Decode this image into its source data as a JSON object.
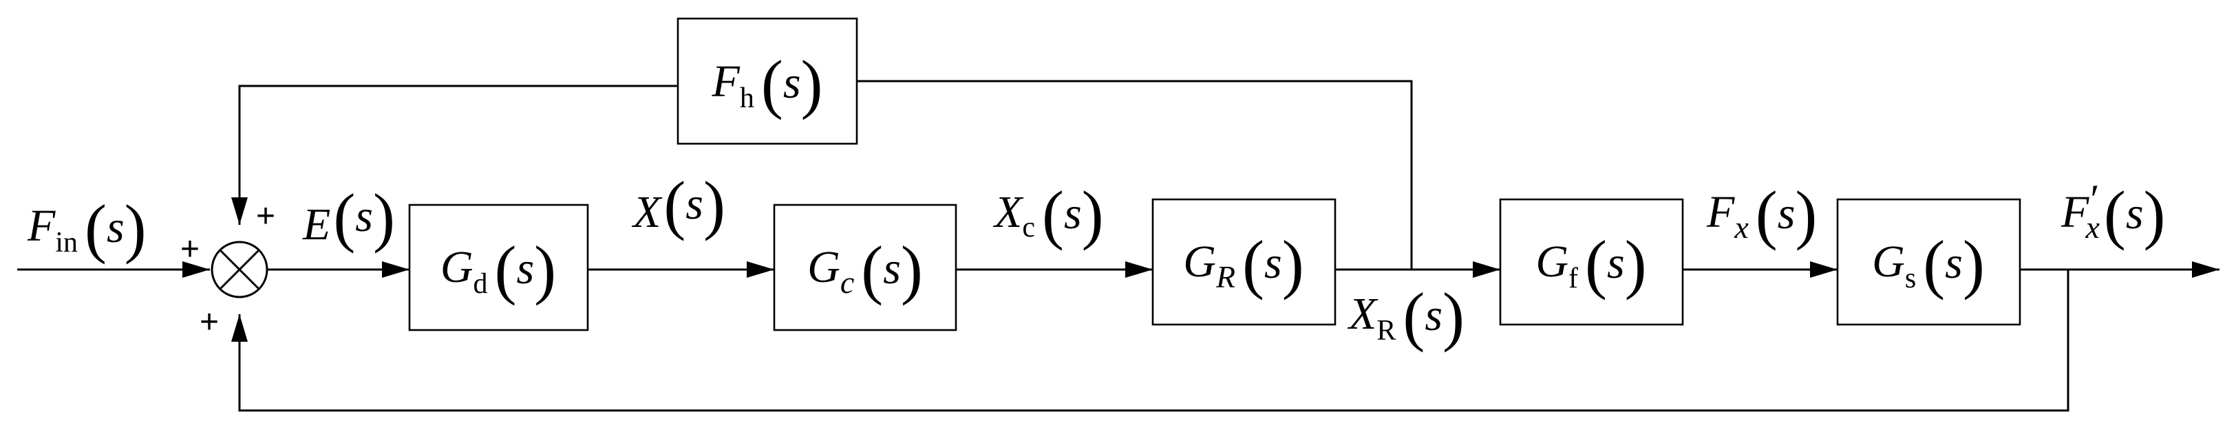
{
  "blocks": {
    "fh": {
      "sym": "F",
      "sub": "h",
      "subItalic": false,
      "arg": "s"
    },
    "gd": {
      "sym": "G",
      "sub": "d",
      "subItalic": false,
      "arg": "s"
    },
    "gc": {
      "sym": "G",
      "sub": "c",
      "subItalic": true,
      "arg": "s"
    },
    "gr": {
      "sym": "G",
      "sub": "R",
      "subItalic": true,
      "arg": "s"
    },
    "gf": {
      "sym": "G",
      "sub": "f",
      "subItalic": false,
      "arg": "s"
    },
    "gs": {
      "sym": "G",
      "sub": "s",
      "subItalic": false,
      "arg": "s"
    }
  },
  "signals": {
    "fin": {
      "sym": "F",
      "sub": "in",
      "subItalic": false,
      "arg": "s"
    },
    "e": {
      "sym": "E",
      "arg": "s"
    },
    "x": {
      "sym": "X",
      "arg": "s"
    },
    "xc": {
      "sym": "X",
      "sub": "c",
      "subItalic": false,
      "arg": "s"
    },
    "xr": {
      "sym": "X",
      "sub": "R",
      "subItalic": false,
      "arg": "s"
    },
    "fx": {
      "sym": "F",
      "sub": "x",
      "subItalic": true,
      "arg": "s"
    },
    "fxp": {
      "sym": "F",
      "prime": "′",
      "sub": "x",
      "subItalic": true,
      "arg": "s"
    }
  },
  "summing_junction": {
    "symbol": "⊗",
    "signs": {
      "left": "+",
      "top": "+",
      "bottom": "+"
    }
  }
}
